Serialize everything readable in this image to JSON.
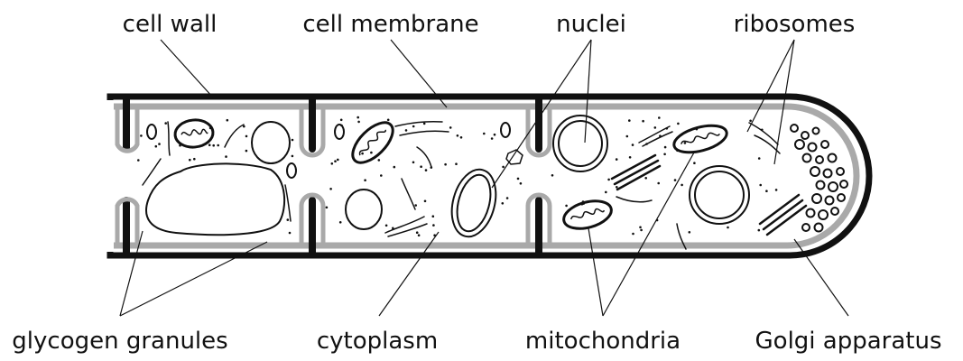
{
  "labels": {
    "cell_wall": "cell wall",
    "cell_membrane": "cell membrane",
    "nuclei": "nuclei",
    "ribosomes": "ribosomes",
    "glycogen_granules": "glycogen granules",
    "cytoplasm": "cytoplasm",
    "mitochondria": "mitochondria",
    "golgi_apparatus": "Golgi apparatus"
  }
}
